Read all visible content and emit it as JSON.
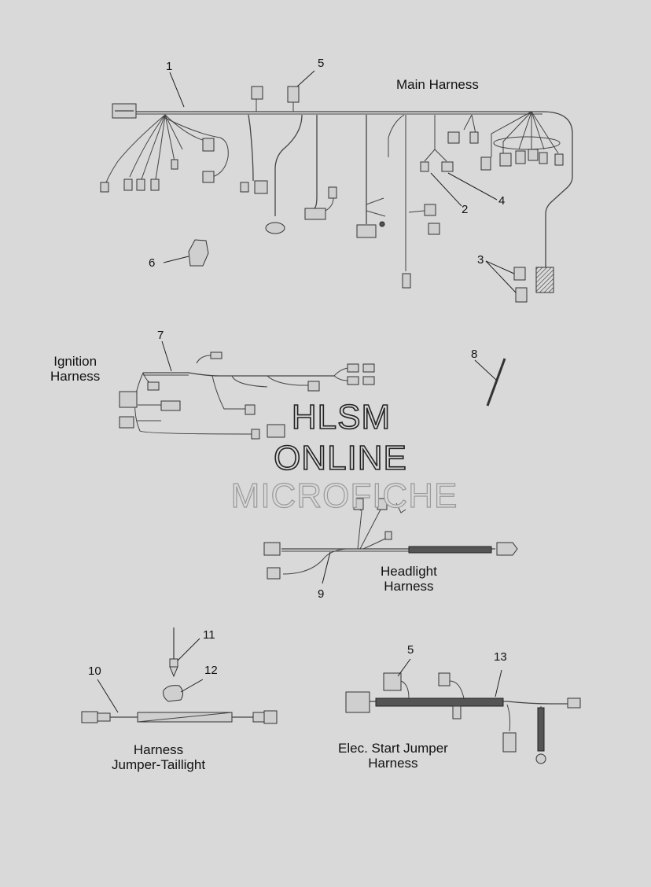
{
  "parts": {
    "title_main": "Main Harness",
    "title_ignition": "Ignition\nHarness",
    "title_headlight": "Headlight\nHarness",
    "title_taillight": "Harness\nJumper-Taillight",
    "title_elec": "Elec. Start Jumper\nHarness",
    "numbers": [
      "1",
      "2",
      "3",
      "4",
      "5",
      "6",
      "7",
      "8",
      "9",
      "10",
      "11",
      "12",
      "5",
      "13"
    ]
  },
  "watermark": {
    "line1": "HLSM",
    "line2": "ONLINE",
    "line3": "MICROFICHE"
  },
  "colors": {
    "background": "#d9d9d9",
    "ink": "#333333"
  }
}
